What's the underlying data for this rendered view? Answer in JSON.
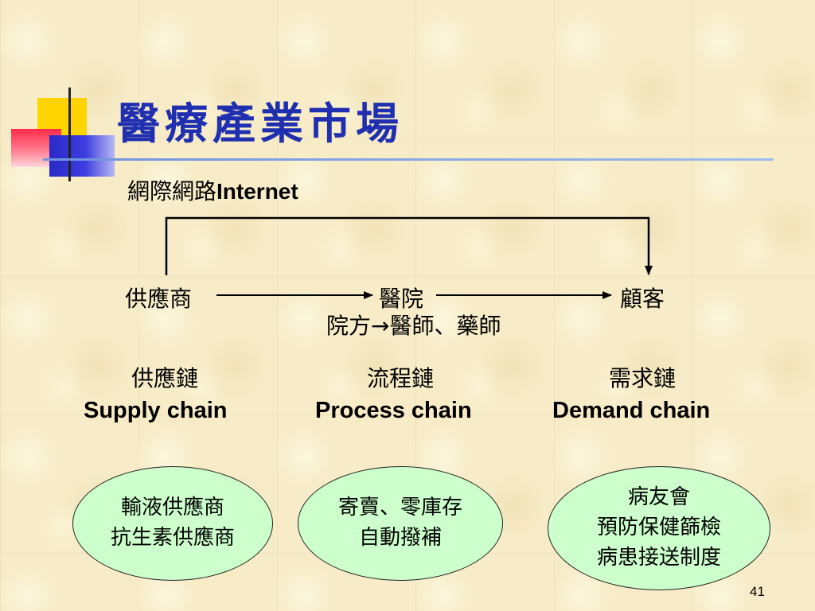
{
  "slide": {
    "title": "醫療產業市場",
    "page_number": "41"
  },
  "network": {
    "label_zh": "網際網路",
    "label_en": "Internet"
  },
  "nodes": {
    "supplier": "供應商",
    "hospital": "醫院",
    "customer": "顧客",
    "hospital_sub": "院方→醫師、藥師"
  },
  "chains": [
    {
      "zh": "供應鏈",
      "en": "Supply chain"
    },
    {
      "zh": "流程鏈",
      "en": "Process chain"
    },
    {
      "zh": "需求鏈",
      "en": "Demand chain"
    }
  ],
  "ellipses": [
    {
      "lines": [
        "輸液供應商",
        "抗生素供應商"
      ]
    },
    {
      "lines": [
        "寄賣、零庫存",
        "自動撥補"
      ]
    },
    {
      "lines": [
        "病友會",
        "預防保健篩檢",
        "病患接送制度"
      ]
    }
  ],
  "colors": {
    "title": "#1f2fb0",
    "ellipse_fill": "#ccffcc",
    "accent_yellow": "#ffd400",
    "accent_red": "#ff2b4a",
    "accent_blue": "#2a2ac8"
  }
}
